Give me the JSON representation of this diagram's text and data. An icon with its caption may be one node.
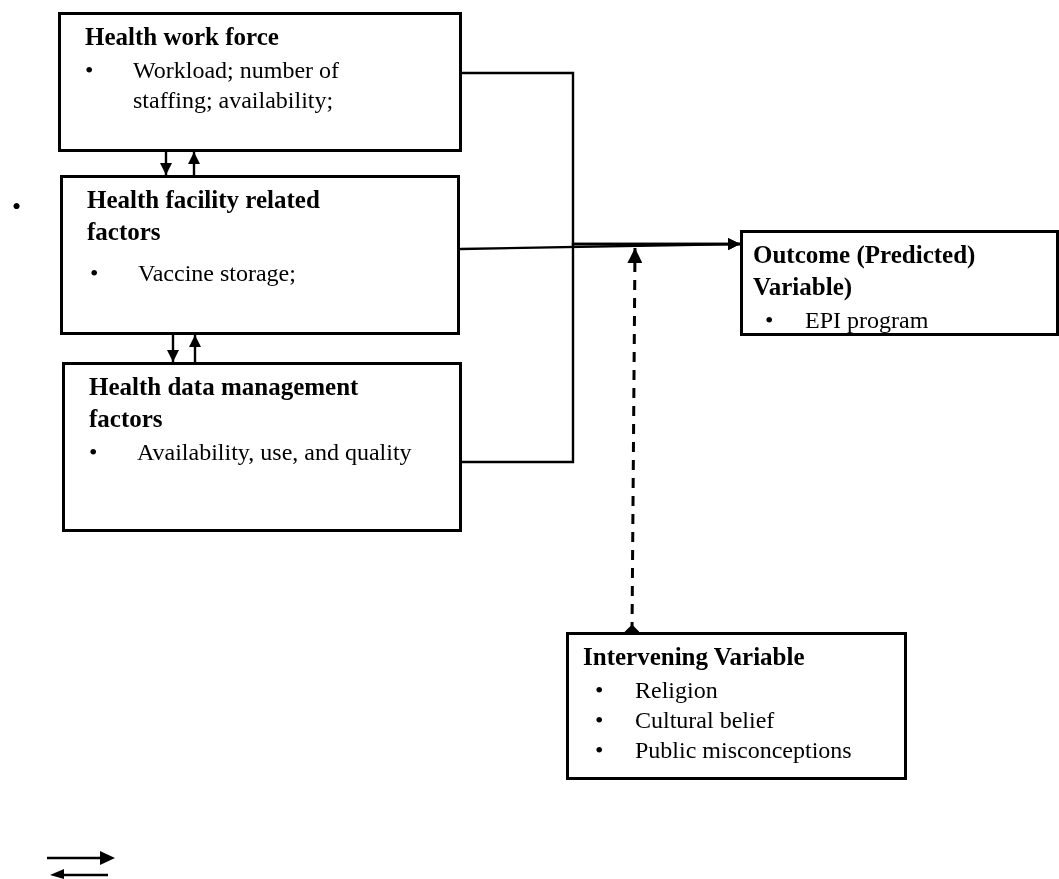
{
  "diagram": {
    "nodes": [
      {
        "text": [
          "Health work force",
          "Workload; number of staffing; availability;"
        ]
      },
      {
        "text": [
          "Health facility related factors",
          "Vaccine storage;"
        ]
      },
      {
        "text": [
          "Health data management factors",
          "Availability, use, and quality"
        ]
      },
      {
        "text": [
          "Outcome (Predicted) Variable)",
          "EPI program"
        ]
      },
      {
        "text": [
          "Intervening Variable",
          "Religion",
          "Cultural belief",
          "Public misconceptions"
        ]
      }
    ],
    "edges": [
      {
        "from": 0,
        "to": 1,
        "arrow": "to"
      },
      {
        "from": 1,
        "to": 0,
        "arrow": "to"
      },
      {
        "from": 1,
        "to": 2,
        "arrow": "to"
      },
      {
        "from": 2,
        "to": 1,
        "arrow": "to"
      },
      {
        "from": 0,
        "to": 3,
        "arrow": "to"
      },
      {
        "from": 1,
        "to": 3,
        "arrow": "to"
      },
      {
        "from": 2,
        "to": 3,
        "arrow": "to"
      },
      {
        "from": 4,
        "to": null,
        "arrow": "to",
        "style": "dashed"
      }
    ],
    "labels": [
      "•",
      "•",
      "•",
      "•",
      "•",
      "•",
      "•",
      "•"
    ]
  }
}
